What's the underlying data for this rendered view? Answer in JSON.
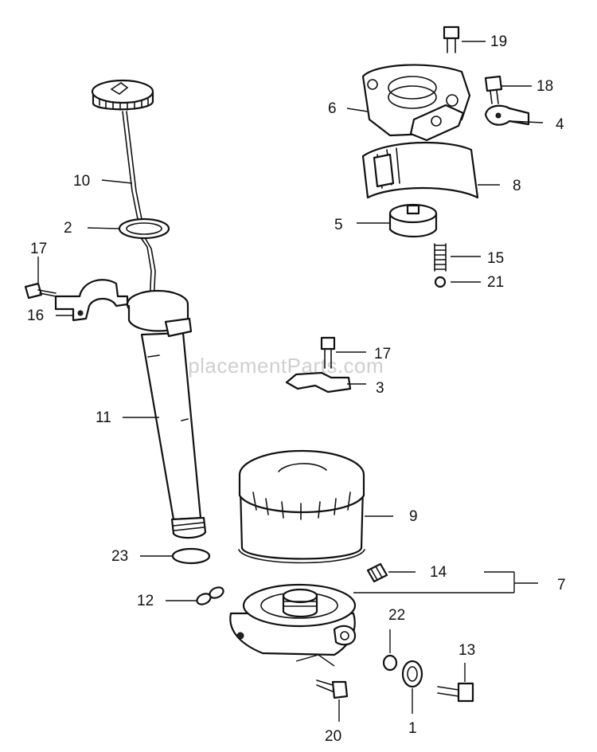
{
  "watermark": "eReplacementParts.com",
  "callouts": {
    "p1": "1",
    "p2": "2",
    "p3": "3",
    "p4": "4",
    "p5": "5",
    "p6": "6",
    "p7": "7",
    "p8": "8",
    "p9": "9",
    "p10": "10",
    "p11": "11",
    "p12": "12",
    "p13": "13",
    "p14": "14",
    "p15": "15",
    "p16": "16",
    "p17a": "17",
    "p17b": "17",
    "p18": "18",
    "p19": "19",
    "p20": "20",
    "p21": "21",
    "p22": "22",
    "p23": "23"
  }
}
